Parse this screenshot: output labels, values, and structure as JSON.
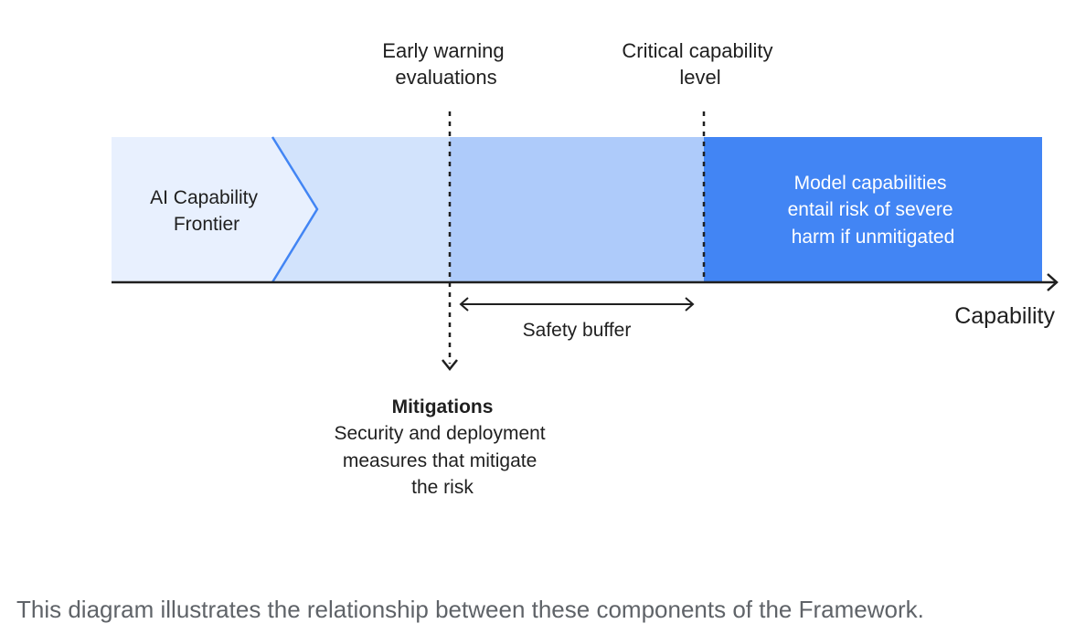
{
  "diagram": {
    "labels": {
      "early_warning": [
        "Early warning",
        "evaluations"
      ],
      "critical_level": [
        "Critical capability",
        "level"
      ],
      "frontier": [
        "AI Capability",
        "Frontier"
      ],
      "model_risk": [
        "Model capabilities",
        "entail risk of severe",
        "harm if unmitigated"
      ],
      "safety_buffer": "Safety buffer",
      "axis": "Capability",
      "mitigations_title": "Mitigations",
      "mitigations_body": [
        "Security and deployment",
        "measures that mitigate",
        "the risk"
      ]
    },
    "colors": {
      "frontier_fill": "#e8f0fe",
      "light_fill": "#d2e3fc",
      "buffer_fill": "#aecbfa",
      "risk_fill": "#4285f4",
      "chevron_stroke": "#4285f4",
      "line": "#1f1f1f",
      "risk_text": "#ffffff"
    }
  },
  "caption": "This diagram illustrates the relationship between these components of the Framework."
}
